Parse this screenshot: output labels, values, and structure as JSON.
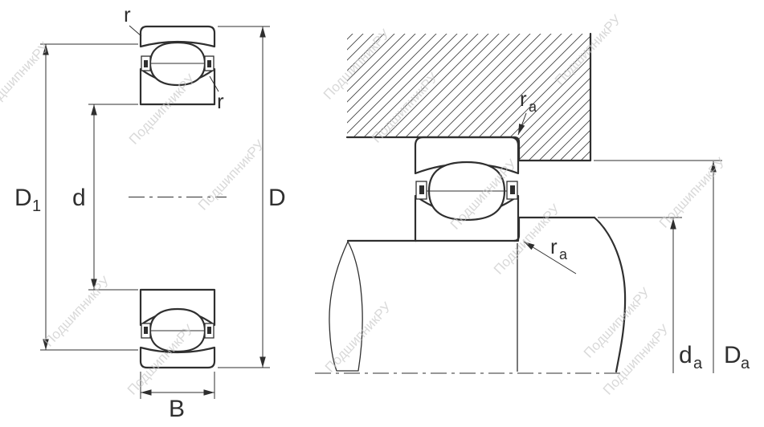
{
  "drawing": {
    "watermark_text": "ПодшипникРУ"
  },
  "colors": {
    "line": "#2f2f2f",
    "hatch": "#454545",
    "watermark": "#c5c5c5"
  },
  "left_view": {
    "labels": {
      "D1": {
        "main": "D",
        "sub": "1"
      },
      "d": "d",
      "D": "D",
      "B": "B",
      "r_outer": "r",
      "r_inner": "r"
    }
  },
  "right_view": {
    "labels": {
      "ra_housing": {
        "main": "r",
        "sub": "a"
      },
      "ra_shaft": {
        "main": "r",
        "sub": "a"
      },
      "da": {
        "main": "d",
        "sub": "a"
      },
      "Da": {
        "main": "D",
        "sub": "a"
      }
    }
  }
}
